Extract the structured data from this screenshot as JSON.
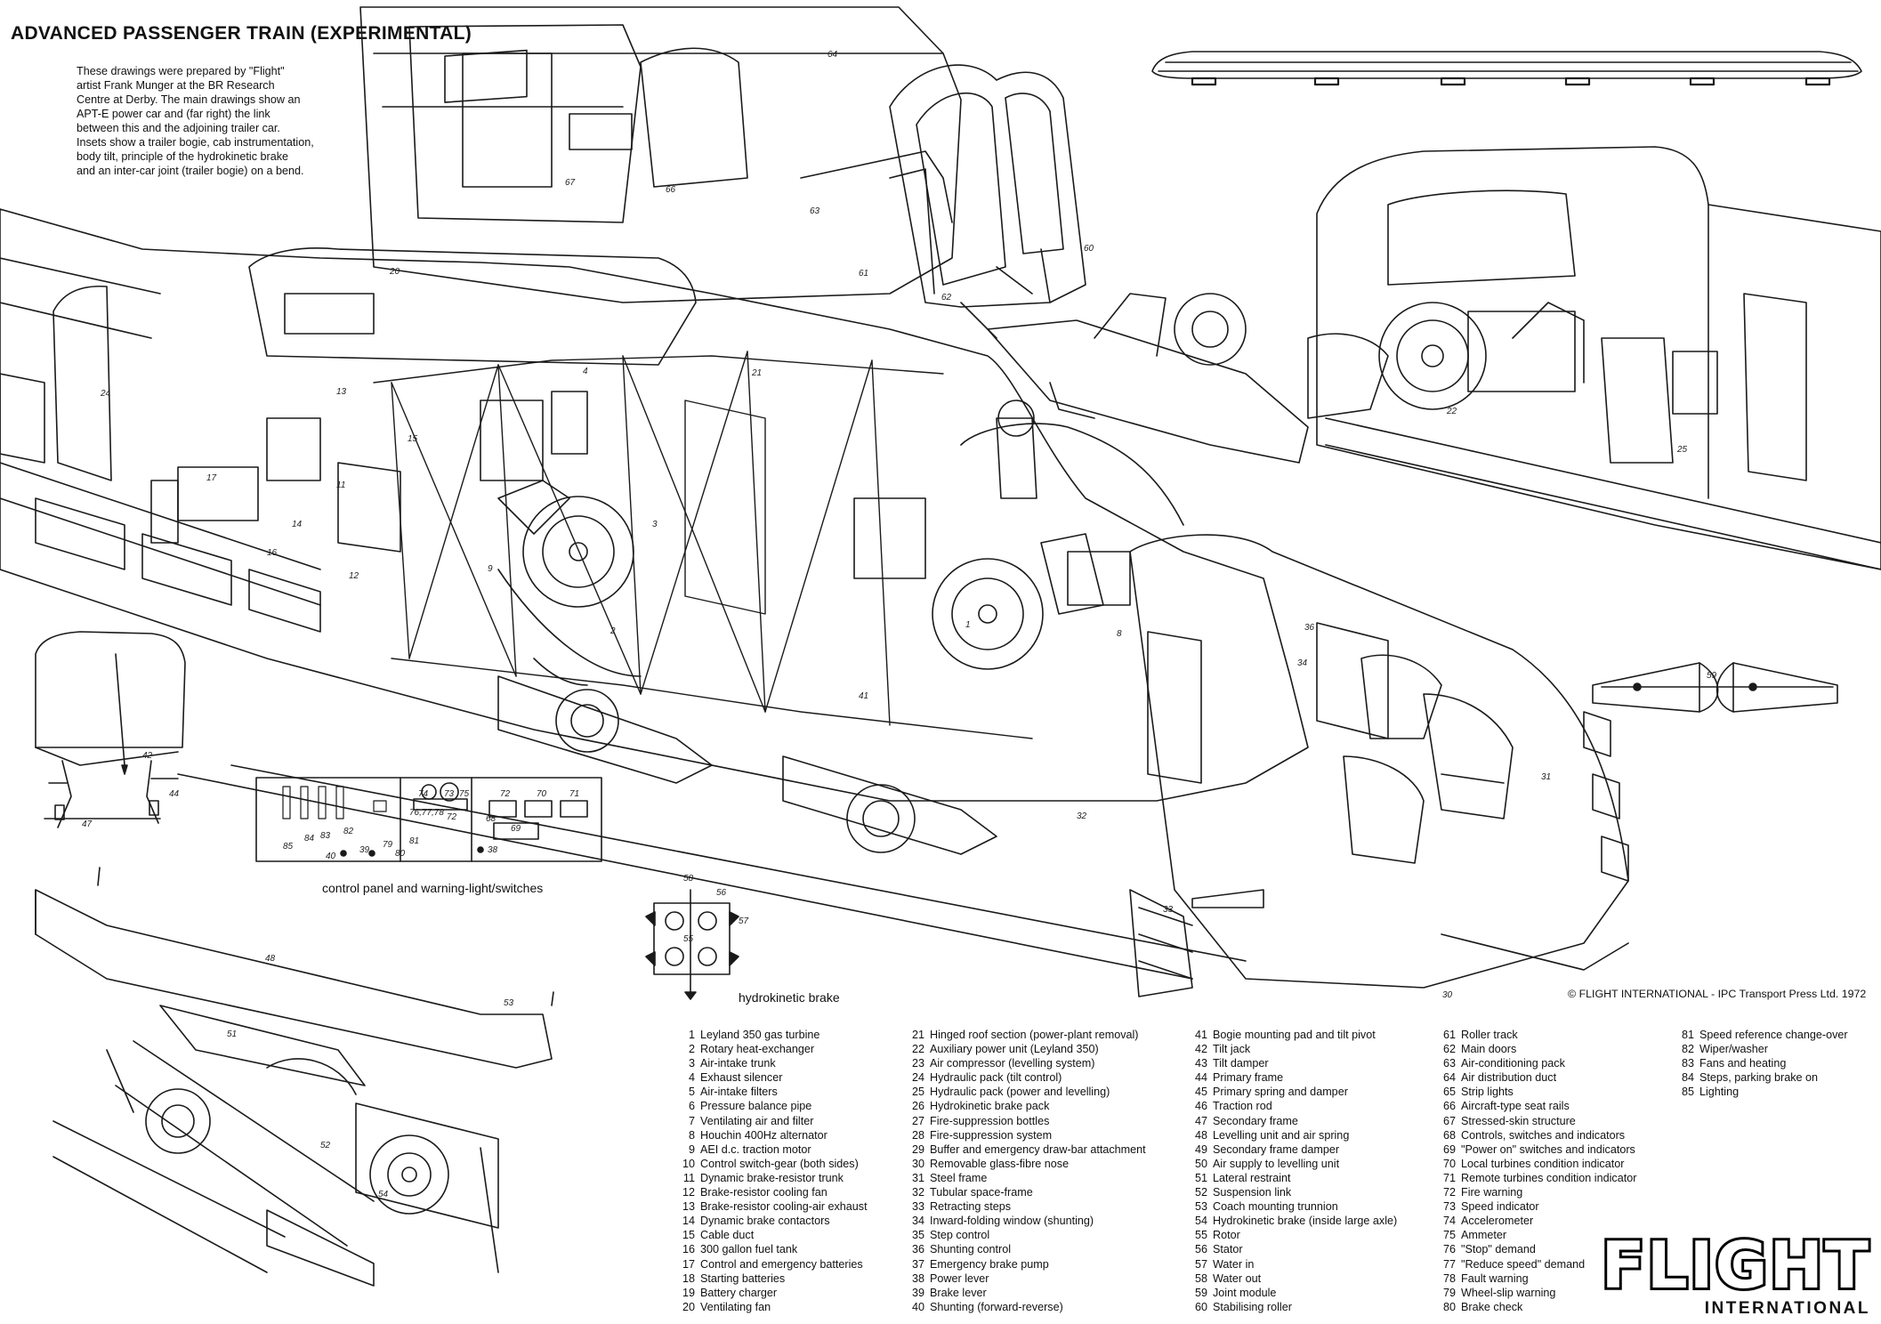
{
  "title": "ADVANCED PASSENGER TRAIN (EXPERIMENTAL)",
  "intro_lines": [
    "These drawings were prepared by \"Flight\"",
    "artist Frank Munger at the BR Research",
    "Centre at Derby. The main drawings show an",
    "APT-E power car and (far right) the link",
    "between this and the adjoining trailer car.",
    "Insets show a trailer bogie, cab instrumentation,",
    "body tilt, principle of the hydrokinetic brake",
    "and an inter-car joint (trailer bogie) on a bend."
  ],
  "captions": {
    "control_panel": "control panel and warning-light/switches",
    "hydrokinetic": "hydrokinetic brake"
  },
  "copyright": "© FLIGHT INTERNATIONAL - IPC Transport Press Ltd. 1972",
  "logo": {
    "main": "FLIGHT",
    "sub": "INTERNATIONAL"
  },
  "legend_columns": [
    [
      {
        "n": "1",
        "t": "Leyland 350 gas turbine"
      },
      {
        "n": "2",
        "t": "Rotary heat-exchanger"
      },
      {
        "n": "3",
        "t": "Air-intake trunk"
      },
      {
        "n": "4",
        "t": "Exhaust silencer"
      },
      {
        "n": "5",
        "t": "Air-intake filters"
      },
      {
        "n": "6",
        "t": "Pressure balance pipe"
      },
      {
        "n": "7",
        "t": "Ventilating air and filter"
      },
      {
        "n": "8",
        "t": "Houchin 400Hz alternator"
      },
      {
        "n": "9",
        "t": "AEI d.c. traction motor"
      },
      {
        "n": "10",
        "t": "Control switch-gear (both sides)"
      },
      {
        "n": "11",
        "t": "Dynamic brake-resistor trunk"
      },
      {
        "n": "12",
        "t": "Brake-resistor cooling fan"
      },
      {
        "n": "13",
        "t": "Brake-resistor cooling-air exhaust"
      },
      {
        "n": "14",
        "t": "Dynamic brake contactors"
      },
      {
        "n": "15",
        "t": "Cable duct"
      },
      {
        "n": "16",
        "t": "300 gallon fuel tank"
      },
      {
        "n": "17",
        "t": "Control and emergency batteries"
      },
      {
        "n": "18",
        "t": "Starting batteries"
      },
      {
        "n": "19",
        "t": "Battery charger"
      },
      {
        "n": "20",
        "t": "Ventilating fan"
      }
    ],
    [
      {
        "n": "21",
        "t": "Hinged roof section (power-plant removal)"
      },
      {
        "n": "22",
        "t": "Auxiliary power unit (Leyland 350)"
      },
      {
        "n": "23",
        "t": "Air compressor (levelling system)"
      },
      {
        "n": "24",
        "t": "Hydraulic pack (tilt control)"
      },
      {
        "n": "25",
        "t": "Hydraulic pack (power and levelling)"
      },
      {
        "n": "26",
        "t": "Hydrokinetic brake pack"
      },
      {
        "n": "27",
        "t": "Fire-suppression bottles"
      },
      {
        "n": "28",
        "t": "Fire-suppression system"
      },
      {
        "n": "29",
        "t": "Buffer and emergency draw-bar attachment"
      },
      {
        "n": "30",
        "t": "Removable glass-fibre nose"
      },
      {
        "n": "31",
        "t": "Steel frame"
      },
      {
        "n": "32",
        "t": "Tubular space-frame"
      },
      {
        "n": "33",
        "t": "Retracting steps"
      },
      {
        "n": "34",
        "t": "Inward-folding window (shunting)"
      },
      {
        "n": "35",
        "t": "Step control"
      },
      {
        "n": "36",
        "t": "Shunting control"
      },
      {
        "n": "37",
        "t": "Emergency brake pump"
      },
      {
        "n": "38",
        "t": "Power lever"
      },
      {
        "n": "39",
        "t": "Brake lever"
      },
      {
        "n": "40",
        "t": "Shunting (forward-reverse)"
      }
    ],
    [
      {
        "n": "41",
        "t": "Bogie mounting pad and tilt pivot"
      },
      {
        "n": "42",
        "t": "Tilt jack"
      },
      {
        "n": "43",
        "t": "Tilt damper"
      },
      {
        "n": "44",
        "t": "Primary frame"
      },
      {
        "n": "45",
        "t": "Primary spring and damper"
      },
      {
        "n": "46",
        "t": "Traction rod"
      },
      {
        "n": "47",
        "t": "Secondary frame"
      },
      {
        "n": "48",
        "t": "Levelling unit and air spring"
      },
      {
        "n": "49",
        "t": "Secondary frame damper"
      },
      {
        "n": "50",
        "t": "Air supply to levelling unit"
      },
      {
        "n": "51",
        "t": "Lateral restraint"
      },
      {
        "n": "52",
        "t": "Suspension link"
      },
      {
        "n": "53",
        "t": "Coach mounting trunnion"
      },
      {
        "n": "54",
        "t": "Hydrokinetic brake (inside large axle)"
      },
      {
        "n": "55",
        "t": "Rotor"
      },
      {
        "n": "56",
        "t": "Stator"
      },
      {
        "n": "57",
        "t": "Water in"
      },
      {
        "n": "58",
        "t": "Water out"
      },
      {
        "n": "59",
        "t": "Joint module"
      },
      {
        "n": "60",
        "t": "Stabilising roller"
      }
    ],
    [
      {
        "n": "61",
        "t": "Roller track"
      },
      {
        "n": "62",
        "t": "Main doors"
      },
      {
        "n": "63",
        "t": "Air-conditioning pack"
      },
      {
        "n": "64",
        "t": "Air distribution duct"
      },
      {
        "n": "65",
        "t": "Strip lights"
      },
      {
        "n": "66",
        "t": "Aircraft-type seat rails"
      },
      {
        "n": "67",
        "t": "Stressed-skin structure"
      },
      {
        "n": "68",
        "t": "Controls, switches and indicators"
      },
      {
        "n": "69",
        "t": "\"Power on\" switches and indicators"
      },
      {
        "n": "70",
        "t": "Local turbines condition indicator"
      },
      {
        "n": "71",
        "t": "Remote turbines condition indicator"
      },
      {
        "n": "72",
        "t": "Fire warning"
      },
      {
        "n": "73",
        "t": "Speed indicator"
      },
      {
        "n": "74",
        "t": "Accelerometer"
      },
      {
        "n": "75",
        "t": "Ammeter"
      },
      {
        "n": "76",
        "t": "\"Stop\" demand"
      },
      {
        "n": "77",
        "t": "\"Reduce speed\" demand"
      },
      {
        "n": "78",
        "t": "Fault warning"
      },
      {
        "n": "79",
        "t": "Wheel-slip warning"
      },
      {
        "n": "80",
        "t": "Brake check"
      }
    ],
    [
      {
        "n": "81",
        "t": "Speed reference change-over"
      },
      {
        "n": "82",
        "t": "Wiper/washer"
      },
      {
        "n": "83",
        "t": "Fans and heating"
      },
      {
        "n": "84",
        "t": "Steps, parking brake on"
      },
      {
        "n": "85",
        "t": "Lighting"
      }
    ]
  ],
  "diagram_labels": {
    "a1": "1",
    "a2": "2",
    "a4": "4",
    "a3": "3",
    "a8": "8",
    "a9": "9",
    "a11": "11",
    "a12": "12",
    "a13": "13",
    "a14": "14",
    "a15": "15",
    "a16": "16",
    "a17": "17",
    "a20": "20",
    "a21": "21",
    "a22": "22",
    "a24": "24",
    "a25": "25",
    "a30": "30",
    "a31": "31",
    "a32": "32",
    "a33": "33",
    "a34": "34",
    "a36": "36",
    "a41": "41",
    "a42": "42",
    "a44": "44",
    "a47": "47",
    "a48": "48",
    "a51": "51",
    "a52": "52",
    "a53": "53",
    "a54": "54",
    "a55": "55",
    "a56": "56",
    "a57": "57",
    "a58": "58",
    "a59": "59",
    "a60": "60",
    "a61": "61",
    "a62": "62",
    "a63": "63",
    "a64": "64",
    "a66": "66",
    "a67": "67"
  },
  "panel_labels": {
    "p74": "74",
    "p73": "73",
    "p75": "75",
    "p72a": "72",
    "p70": "70",
    "p71": "71",
    "p767778": "76,77,78",
    "p72b": "72",
    "p68": "68",
    "p69": "69",
    "p85": "85",
    "p84": "84",
    "p83": "83",
    "p82": "82",
    "p40": "40",
    "p79": "79",
    "p80": "80",
    "p81": "81",
    "p39": "39",
    "p38": "38"
  }
}
